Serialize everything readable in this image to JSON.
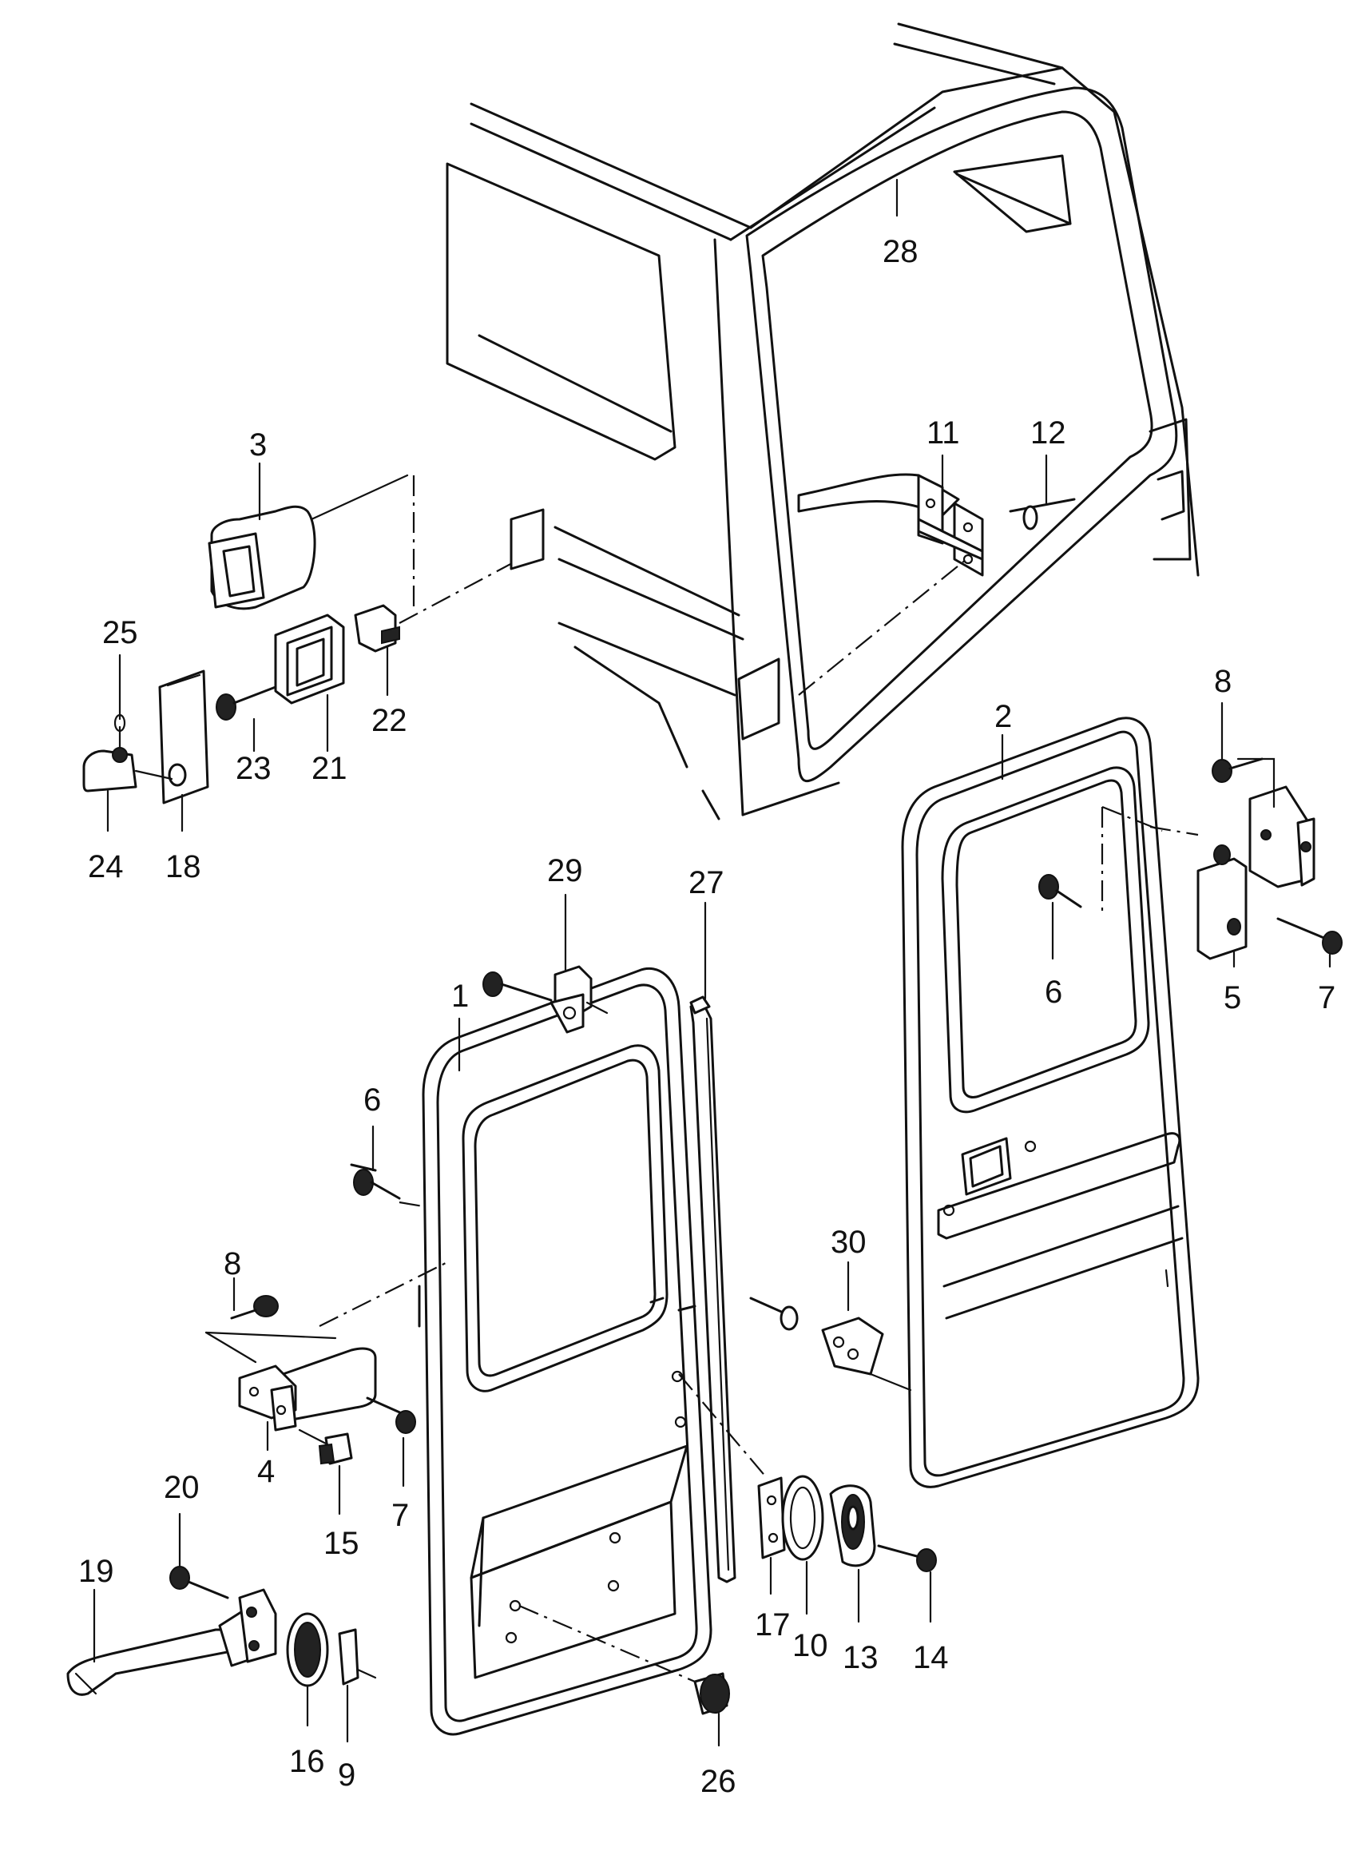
{
  "callouts": {
    "p1": "1",
    "p2": "2",
    "p3": "3",
    "p4": "4",
    "p5": "5",
    "p6a": "6",
    "p6b": "6",
    "p7a": "7",
    "p7b": "7",
    "p8a": "8",
    "p8b": "8",
    "p9": "9",
    "p10": "10",
    "p11": "11",
    "p12": "12",
    "p13": "13",
    "p14": "14",
    "p15": "15",
    "p16": "16",
    "p17": "17",
    "p18": "18",
    "p19": "19",
    "p20": "20",
    "p21": "21",
    "p22": "22",
    "p23": "23",
    "p24": "24",
    "p25": "25",
    "p26": "26",
    "p27": "27",
    "p28": "28",
    "p29": "29",
    "p30": "30"
  }
}
